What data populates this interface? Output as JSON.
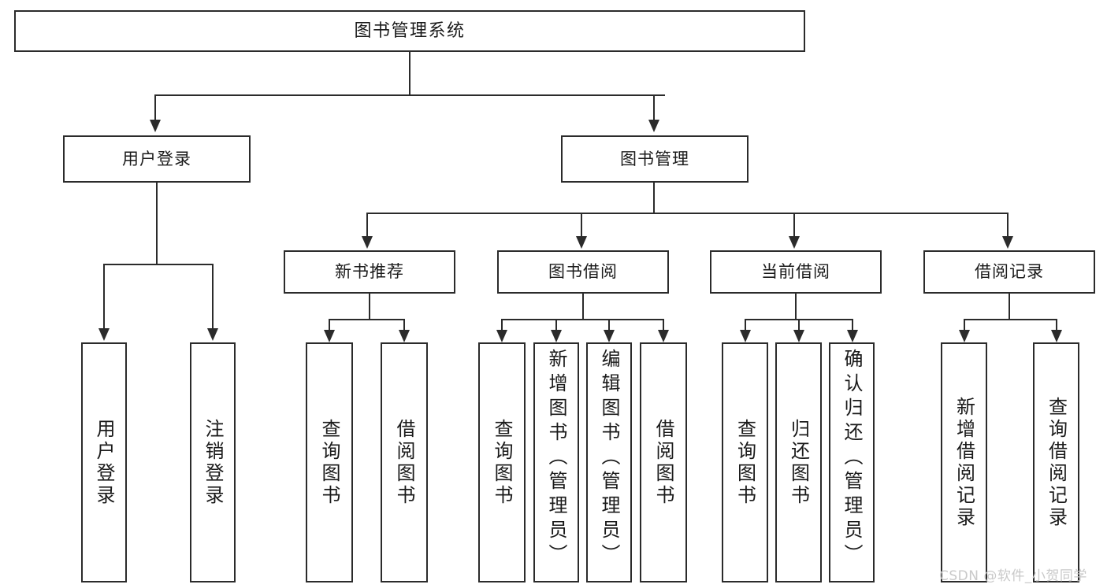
{
  "diagram": {
    "type": "tree",
    "title": "图书管理系统",
    "root": {
      "id": "root",
      "label": "图书管理系统"
    },
    "level2": [
      {
        "id": "user-login",
        "label": "用户登录"
      },
      {
        "id": "book-management",
        "label": "图书管理"
      }
    ],
    "level3": [
      {
        "id": "new-book-recommend",
        "label": "新书推荐"
      },
      {
        "id": "book-borrow",
        "label": "图书借阅"
      },
      {
        "id": "current-borrow",
        "label": "当前借阅"
      },
      {
        "id": "borrow-record",
        "label": "借阅记录"
      }
    ],
    "leaves": {
      "user_login": [
        {
          "id": "leaf-user-login",
          "label": "用户登录"
        },
        {
          "id": "leaf-logout",
          "label": "注销登录"
        }
      ],
      "new_book_recommend": [
        {
          "id": "leaf-query-book-1",
          "label": "查询图书"
        },
        {
          "id": "leaf-borrow-book-1",
          "label": "借阅图书"
        }
      ],
      "book_borrow": [
        {
          "id": "leaf-query-book-2",
          "label": "查询图书"
        },
        {
          "id": "leaf-add-book",
          "label": "新增图书（管理员）"
        },
        {
          "id": "leaf-edit-book",
          "label": "编辑图书（管理员）"
        },
        {
          "id": "leaf-borrow-book-2",
          "label": "借阅图书"
        }
      ],
      "current_borrow": [
        {
          "id": "leaf-query-book-3",
          "label": "查询图书"
        },
        {
          "id": "leaf-return-book",
          "label": "归还图书"
        },
        {
          "id": "leaf-confirm-return",
          "label": "确认归还（管理员）"
        }
      ],
      "borrow_record": [
        {
          "id": "leaf-add-record",
          "label": "新增借阅记录"
        },
        {
          "id": "leaf-query-record",
          "label": "查询借阅记录"
        }
      ]
    }
  },
  "colors": {
    "line": "#2b2b2b",
    "text": "#1a1a1a",
    "background": "#ffffff",
    "watermark": "#c9c9c9"
  },
  "watermark": {
    "text": "CSDN @软件_小贺同学"
  }
}
